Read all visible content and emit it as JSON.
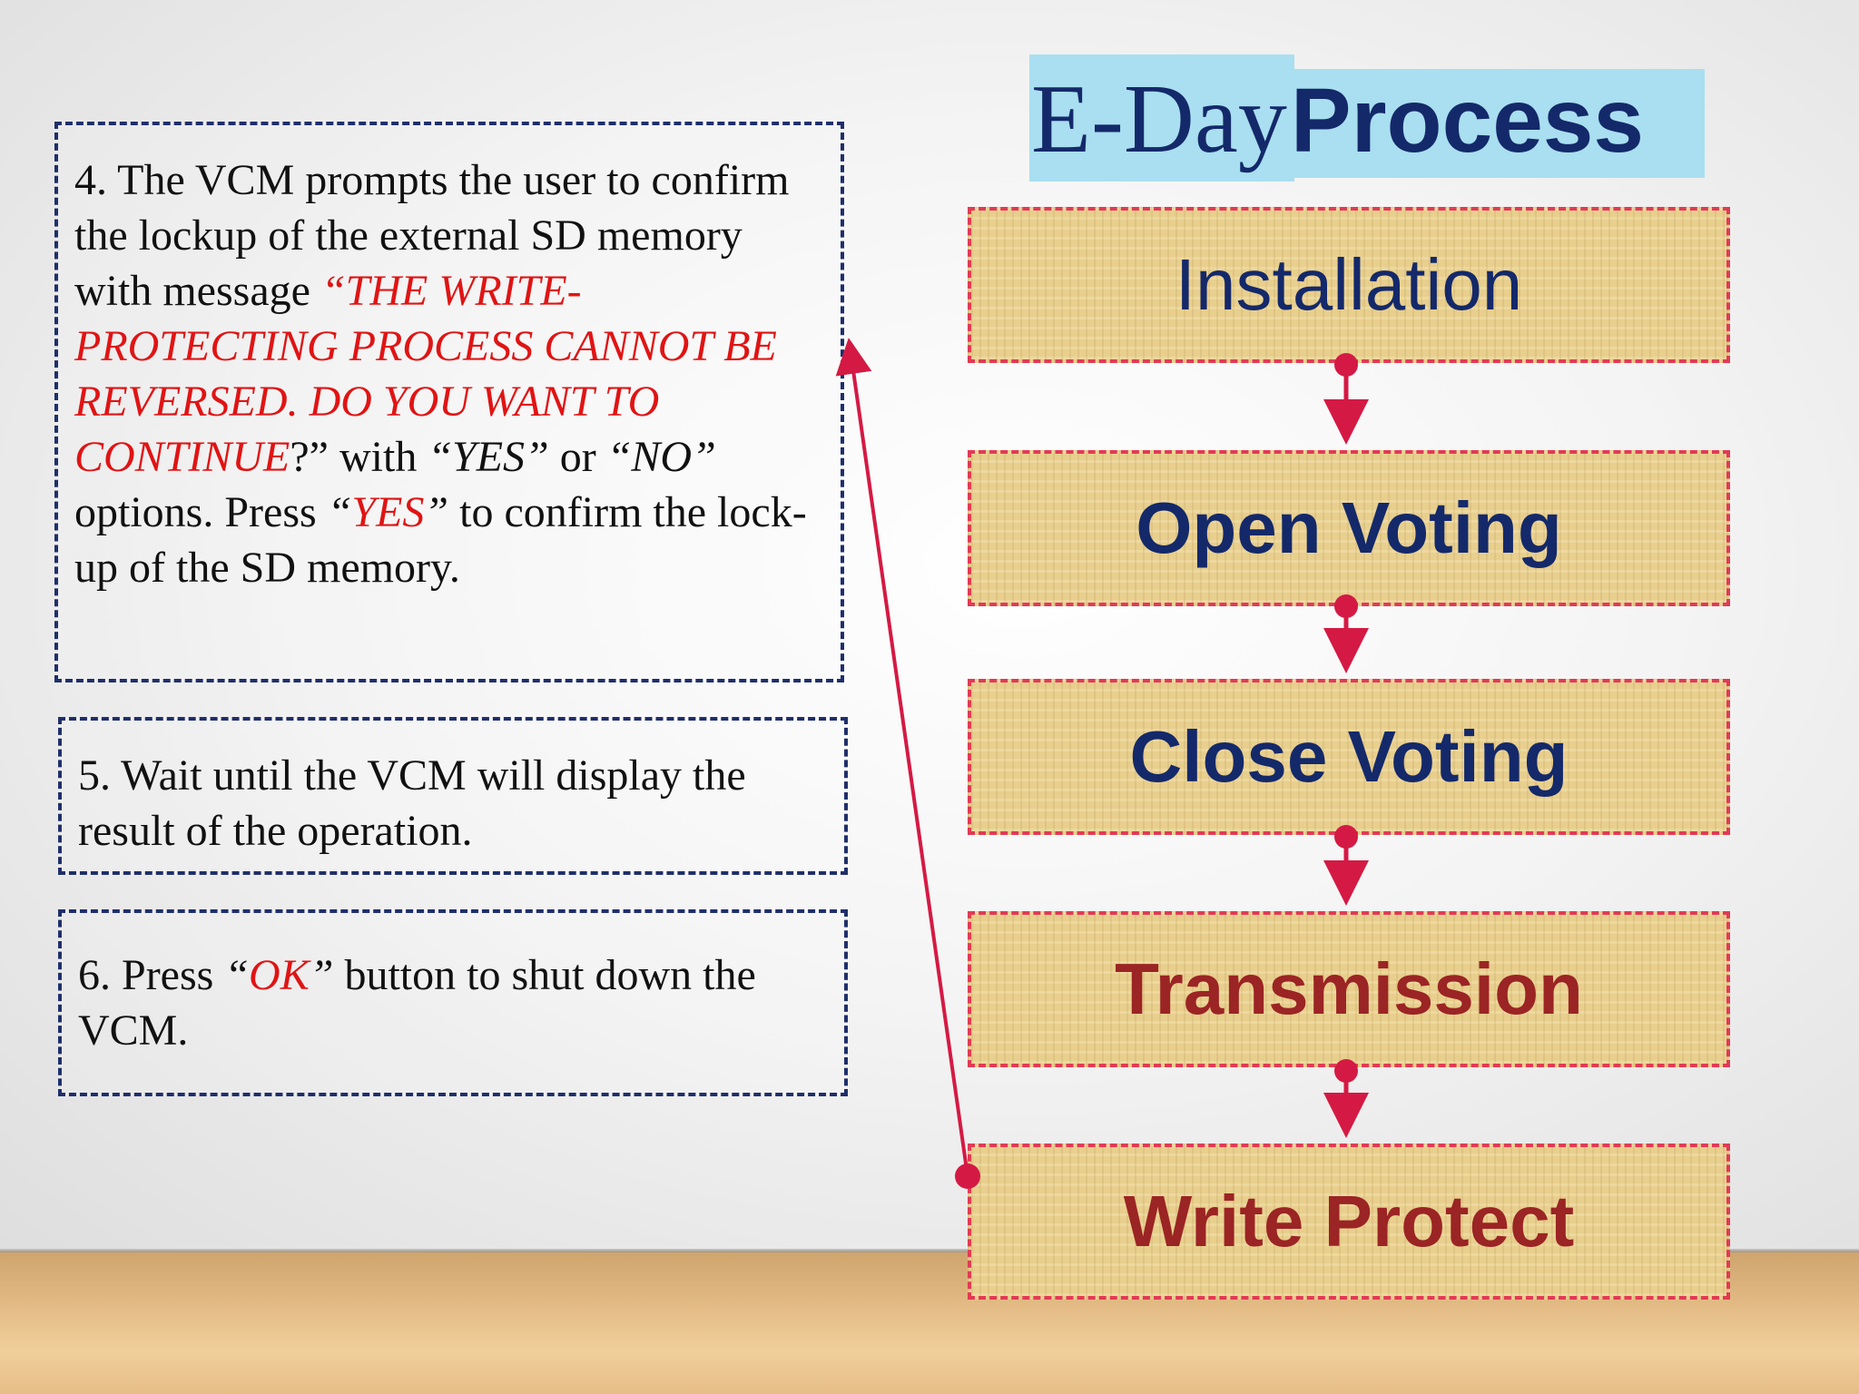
{
  "title": {
    "part1": "E-Day",
    "part2": "Process"
  },
  "boxes": [
    {
      "segments": [
        {
          "text": "4. The VCM prompts the user to confirm the lockup of the external SD memory with message ",
          "style": "normal"
        },
        {
          "text": "“THE WRITE-PROTECTING PROCESS CANNOT BE REVERSED.  DO YOU WANT TO CONTINUE",
          "style": "red"
        },
        {
          "text": "?” with ",
          "style": "normal"
        },
        {
          "text": "“YES”",
          "style": "italic"
        },
        {
          "text": " or ",
          "style": "normal"
        },
        {
          "text": "“NO”",
          "style": "italic"
        },
        {
          "text": " options.   Press ",
          "style": "normal"
        },
        {
          "text": "“",
          "style": "italic"
        },
        {
          "text": "YES",
          "style": "red"
        },
        {
          "text": "”",
          "style": "italic"
        },
        {
          "text": " to confirm the lock-up of the SD memory.",
          "style": "normal"
        }
      ]
    },
    {
      "segments": [
        {
          "text": "5. Wait until the VCM will display the result of the operation.",
          "style": "normal"
        }
      ]
    },
    {
      "segments": [
        {
          "text": "6. Press ",
          "style": "normal"
        },
        {
          "text": "“",
          "style": "italic"
        },
        {
          "text": "OK",
          "style": "red"
        },
        {
          "text": "”",
          "style": "italic"
        },
        {
          "text": " button to shut down the VCM.",
          "style": "normal"
        }
      ]
    }
  ],
  "steps": [
    {
      "label": "Installation",
      "color": "#14296a",
      "bold": false
    },
    {
      "label": "Open Voting",
      "color": "#14296a",
      "bold": true
    },
    {
      "label": "Close Voting",
      "color": "#14296a",
      "bold": true
    },
    {
      "label": "Transmission",
      "color": "#9b2424",
      "bold": true
    },
    {
      "label": "Write Protect",
      "color": "#9b2424",
      "bold": true
    }
  ],
  "colors": {
    "connector": "#d41a44",
    "textbox_border": "#1f2f6b",
    "title_highlight": "#a9dff0",
    "emphasis": "#e01414"
  }
}
